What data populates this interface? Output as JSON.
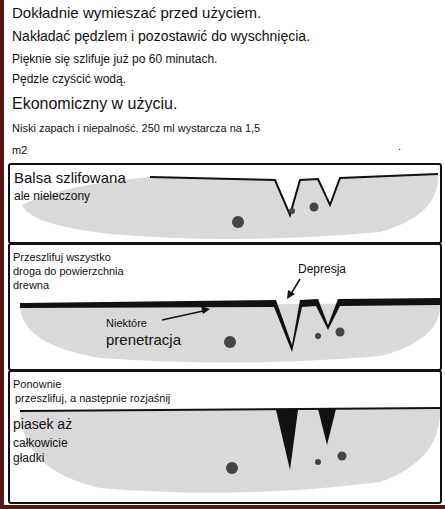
{
  "diagram": {
    "nodes": [
      {
        "text": [
          "Balsa szlifowana",
          "ale nieleczony"
        ]
      },
      {
        "text": [
          "Przeszlifuj wszystko droga do powierzchnia drewna",
          "Depresja",
          "Niektóre",
          "prenetracja"
        ]
      },
      {
        "text": [
          "Ponownie",
          "przeszlifuj, a następnie rozjaśnij",
          "piasek aż",
          "całkowicie gładki"
        ]
      }
    ],
    "labels": [
      "Dokładnie wymieszać przed użyciem.",
      "Nakładać pędzlem i pozostawić do wyschnięcia.",
      "Pięknie się szlifuje już po 60 minutach.",
      "Pędzle czyścić wodą.",
      "Ekonomiczny w użyciu.",
      "Niski zapach i niepalność. 250 ml wystarcza na 1,5",
      "m2",
      "."
    ]
  }
}
